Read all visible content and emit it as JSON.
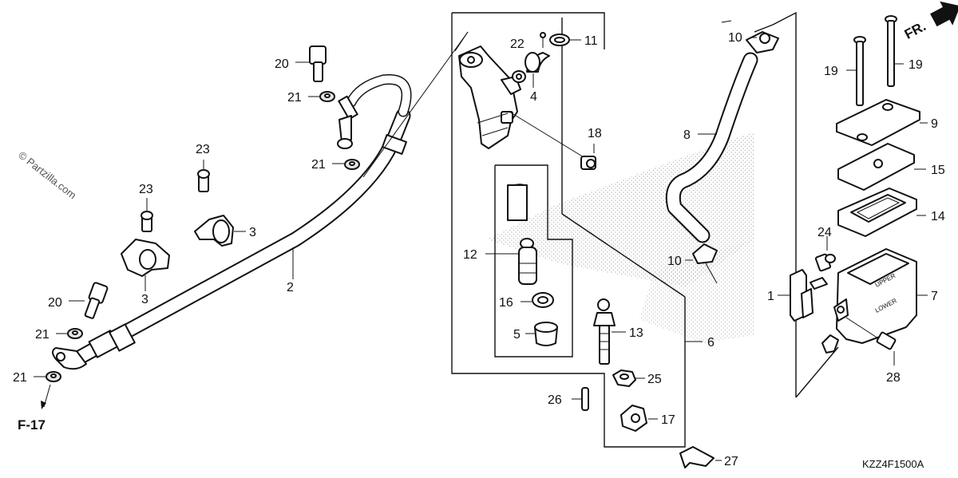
{
  "watermark": "© Partzilla.com",
  "diagram_code": "KZZ4F1500A",
  "refs": {
    "front": "FR.",
    "figure": "F-17"
  },
  "callouts": [
    {
      "id": "c2",
      "text": "2"
    },
    {
      "id": "c3a",
      "text": "3"
    },
    {
      "id": "c3b",
      "text": "3"
    },
    {
      "id": "c20a",
      "text": "20"
    },
    {
      "id": "c20b",
      "text": "20"
    },
    {
      "id": "c21a",
      "text": "21"
    },
    {
      "id": "c21b",
      "text": "21"
    },
    {
      "id": "c21c",
      "text": "21"
    },
    {
      "id": "c21d",
      "text": "21"
    },
    {
      "id": "c23a",
      "text": "23"
    },
    {
      "id": "c23b",
      "text": "23"
    },
    {
      "id": "c22",
      "text": "22"
    },
    {
      "id": "c11",
      "text": "11"
    },
    {
      "id": "c4",
      "text": "4"
    },
    {
      "id": "c18",
      "text": "18"
    },
    {
      "id": "c12",
      "text": "12"
    },
    {
      "id": "c16",
      "text": "16"
    },
    {
      "id": "c5",
      "text": "5"
    },
    {
      "id": "c13",
      "text": "13"
    },
    {
      "id": "c25",
      "text": "25"
    },
    {
      "id": "c26",
      "text": "26"
    },
    {
      "id": "c17",
      "text": "17"
    },
    {
      "id": "c27",
      "text": "27"
    },
    {
      "id": "c6",
      "text": "6"
    },
    {
      "id": "c8",
      "text": "8"
    },
    {
      "id": "c10a",
      "text": "10"
    },
    {
      "id": "c10b",
      "text": "10"
    },
    {
      "id": "c1",
      "text": "1"
    },
    {
      "id": "c24",
      "text": "24"
    },
    {
      "id": "c7",
      "text": "7"
    },
    {
      "id": "c28",
      "text": "28"
    },
    {
      "id": "c19a",
      "text": "19"
    },
    {
      "id": "c19b",
      "text": "19"
    },
    {
      "id": "c9",
      "text": "9"
    },
    {
      "id": "c15",
      "text": "15"
    },
    {
      "id": "c14",
      "text": "14"
    }
  ]
}
